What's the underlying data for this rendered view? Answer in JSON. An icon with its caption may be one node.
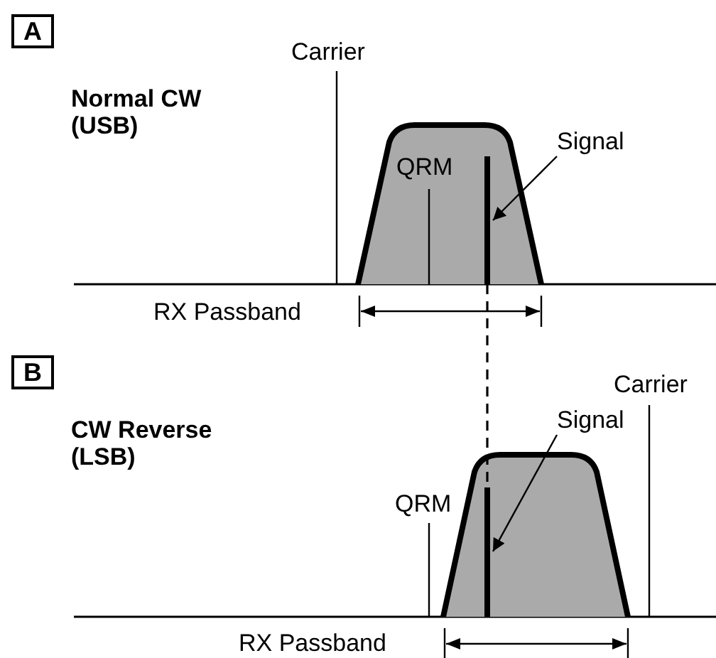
{
  "diagram": {
    "nodes": [
      {
        "text": [
          "Signal"
        ]
      },
      {
        "text": [],
        "shape": "bar"
      },
      {
        "text": [
          "Signal"
        ]
      },
      {
        "text": [],
        "shape": "bar"
      }
    ],
    "edges": [
      {
        "from": 0,
        "to": 1,
        "arrow": "to"
      },
      {
        "from": 2,
        "to": 3,
        "arrow": "to"
      },
      {
        "from": 1,
        "to": 3,
        "arrow": "none",
        "style": "dashed"
      }
    ],
    "labels": [
      "A",
      "Carrier",
      "Normal CW (USB)",
      "QRM",
      "RX Passband",
      "B",
      "Carrier",
      "CW Reverse (LSB)",
      "QRM",
      "RX Passband"
    ]
  }
}
